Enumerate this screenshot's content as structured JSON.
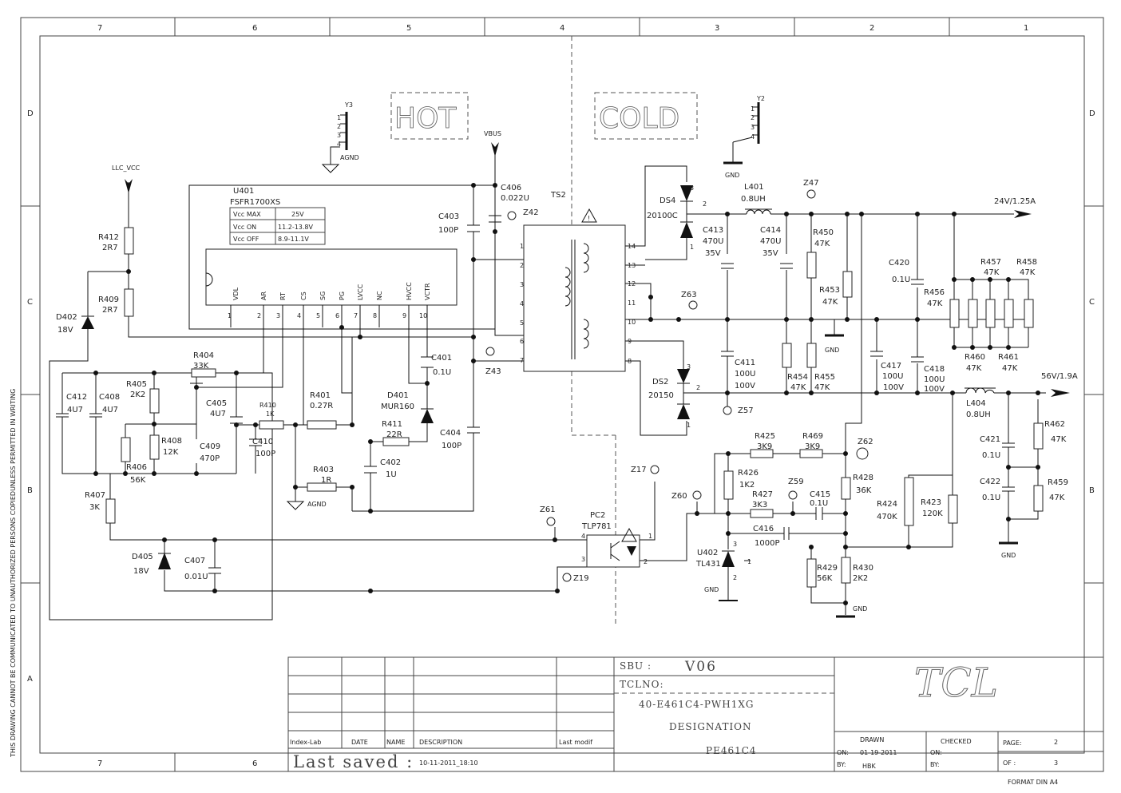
{
  "frame": {
    "columns": [
      "7",
      "6",
      "5",
      "4",
      "3",
      "2",
      "1"
    ],
    "rows": [
      "D",
      "C",
      "B",
      "A"
    ],
    "side_notice": "THIS DRAWING CANNOT BE COMMUNICATED TO UNAUTHORIZED PERSONS COPIEDUNLESS  PERMITTED IN WRITING",
    "format": "FORMAT DIN A4"
  },
  "zones": {
    "hot": "HOT",
    "cold": "COLD"
  },
  "ic": {
    "ref": "U401",
    "part": "FSFR1700XS",
    "table": [
      [
        "Vcc MAX",
        "25V"
      ],
      [
        "Vcc ON",
        "11.2-13.8V"
      ],
      [
        "Vcc OFF",
        "8.9-11.1V"
      ]
    ],
    "pins": [
      {
        "num": "1",
        "name": "VDL"
      },
      {
        "num": "2",
        "name": "AR"
      },
      {
        "num": "3",
        "name": "RT"
      },
      {
        "num": "4",
        "name": "CS"
      },
      {
        "num": "5",
        "name": "SG"
      },
      {
        "num": "6",
        "name": "PG"
      },
      {
        "num": "7",
        "name": "LVCC"
      },
      {
        "num": "8",
        "name": "NC"
      },
      {
        "num": "9",
        "name": "HVCC"
      },
      {
        "num": "10",
        "name": "VCTR"
      }
    ]
  },
  "nets": {
    "llc_vcc": "LLC_VCC",
    "vbus": "VBUS",
    "agnd": "AGND",
    "gnd": "GND",
    "out24": "24V/1.25A",
    "out56": "56V/1.9A"
  },
  "connectors": [
    {
      "ref": "Y3",
      "pins": [
        "1",
        "2",
        "3",
        "4"
      ]
    },
    {
      "ref": "Y2",
      "pins": [
        "1",
        "2",
        "3",
        "4"
      ]
    }
  ],
  "transformer": {
    "ref": "TS2",
    "pins": [
      "1",
      "2",
      "3",
      "4",
      "5",
      "6",
      "7",
      "8",
      "9",
      "10",
      "11",
      "12",
      "13",
      "14"
    ]
  },
  "components": [
    {
      "ref": "R412",
      "value": "2R7"
    },
    {
      "ref": "R409",
      "value": "2R7"
    },
    {
      "ref": "D402",
      "value": "18V"
    },
    {
      "ref": "R404",
      "value": "33K"
    },
    {
      "ref": "R405",
      "value": "2K2"
    },
    {
      "ref": "C412",
      "value": "4U7"
    },
    {
      "ref": "C408",
      "value": "4U7"
    },
    {
      "ref": "C405",
      "value": "4U7"
    },
    {
      "ref": "R408",
      "value": "12K"
    },
    {
      "ref": "R406",
      "value": "56K"
    },
    {
      "ref": "C409",
      "value": "470P"
    },
    {
      "ref": "R410",
      "value": "1K"
    },
    {
      "ref": "C410",
      "value": "100P"
    },
    {
      "ref": "R401",
      "value": "0.27R"
    },
    {
      "ref": "R403",
      "value": "1R"
    },
    {
      "ref": "R407",
      "value": "3K"
    },
    {
      "ref": "D405",
      "value": "18V"
    },
    {
      "ref": "C407",
      "value": "0.01U"
    },
    {
      "ref": "C406",
      "value": "0.022U"
    },
    {
      "ref": "C403",
      "value": "100P"
    },
    {
      "ref": "C401",
      "value": "0.1U"
    },
    {
      "ref": "D401",
      "value": "MUR160"
    },
    {
      "ref": "R411",
      "value": "22R"
    },
    {
      "ref": "C402",
      "value": "1U"
    },
    {
      "ref": "C404",
      "value": "100P"
    },
    {
      "ref": "PC2",
      "value": "TLP781"
    },
    {
      "ref": "DS4",
      "value": "20100C"
    },
    {
      "ref": "DS2",
      "value": "20150"
    },
    {
      "ref": "C413",
      "value": "470U"
    },
    {
      "ref": "C414",
      "value": "470U"
    },
    {
      "ref": "L401",
      "value": "0.8UH"
    },
    {
      "ref": "R450",
      "value": "47K"
    },
    {
      "ref": "R453",
      "value": "47K"
    },
    {
      "ref": "C420",
      "value": "0.1U"
    },
    {
      "ref": "R456",
      "value": "47K"
    },
    {
      "ref": "R457",
      "value": "47K"
    },
    {
      "ref": "R458",
      "value": "47K"
    },
    {
      "ref": "R460",
      "value": "47K"
    },
    {
      "ref": "R461",
      "value": "47K"
    },
    {
      "ref": "C411",
      "value": "100U"
    },
    {
      "ref": "R454",
      "value": "47K"
    },
    {
      "ref": "R455",
      "value": "47K"
    },
    {
      "ref": "C417",
      "value": "100U"
    },
    {
      "ref": "C418",
      "value": "100U"
    },
    {
      "ref": "L404",
      "value": "0.8UH"
    },
    {
      "ref": "R462",
      "value": "47K"
    },
    {
      "ref": "C421",
      "value": "0.1U"
    },
    {
      "ref": "C422",
      "value": "0.1U"
    },
    {
      "ref": "R459",
      "value": "47K"
    },
    {
      "ref": "R425",
      "value": "3K9"
    },
    {
      "ref": "R469",
      "value": "3K9"
    },
    {
      "ref": "R426",
      "value": "1K2"
    },
    {
      "ref": "R427",
      "value": "3K3"
    },
    {
      "ref": "C415",
      "value": "0.1U"
    },
    {
      "ref": "C416",
      "value": "1000P"
    },
    {
      "ref": "R428",
      "value": "36K"
    },
    {
      "ref": "R424",
      "value": "470K"
    },
    {
      "ref": "R423",
      "value": "120K"
    },
    {
      "ref": "U402",
      "value": "TL431"
    },
    {
      "ref": "R429",
      "value": "56K"
    },
    {
      "ref": "R430",
      "value": "2K2"
    }
  ],
  "cap_volts": {
    "c413": "35V",
    "c414": "35V",
    "c411": "100V",
    "c417": "100V",
    "c418": "100V"
  },
  "testpoints": [
    "Z42",
    "Z43",
    "Z47",
    "Z63",
    "Z57",
    "Z62",
    "Z17",
    "Z60",
    "Z59",
    "Z61",
    "Z19"
  ],
  "diode_pins": {
    "ds4": [
      "3",
      "2",
      "1"
    ],
    "ds2": [
      "3",
      "2",
      "1"
    ],
    "u402": [
      "3",
      "1",
      "2"
    ]
  },
  "opto_pins": [
    "4",
    "3",
    "1",
    "2"
  ],
  "titleblock": {
    "sbu_label": "SBU :",
    "sbu_value": "V06",
    "tclno_label": "TCLNO:",
    "tclno_value": "40-E461C4-PWH1XG",
    "designation_label": "DESIGNATION",
    "designation_value": "PE461C4",
    "logo": "TCL",
    "headers": [
      "Index-Lab",
      "DATE",
      "NAME",
      "DESCRIPTION",
      "Last modif"
    ],
    "last_saved_label": "Last saved :",
    "last_saved_value": "10-11-2011_18:10",
    "drawn_label": "DRAWN",
    "checked_label": "CHECKED",
    "on_label": "ON:",
    "by_label": "BY:",
    "drawn_on": "01-19-2011",
    "drawn_by": "HBK",
    "page_label": "PAGE:",
    "page_value": "2",
    "of_label": "OF :",
    "of_value": "3"
  }
}
